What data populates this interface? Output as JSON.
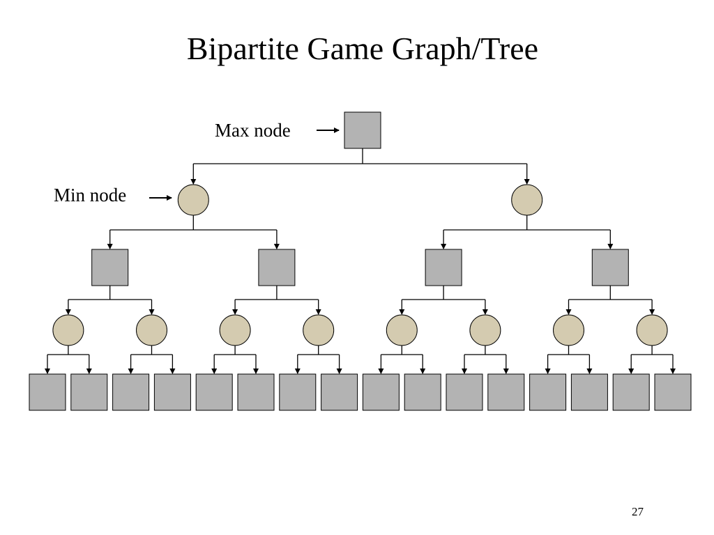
{
  "slide": {
    "title": "Bipartite Game Graph/Tree",
    "page_number": "27"
  },
  "labels": {
    "max_node": "Max node",
    "min_node": "Min node"
  },
  "tree": {
    "root_type": "max",
    "branching": 2,
    "levels": [
      "max",
      "min",
      "max",
      "min",
      "max"
    ]
  },
  "colors": {
    "max_node_fill": "#b3b3b3",
    "min_node_fill": "#d4cbb0",
    "stroke": "#000000"
  }
}
